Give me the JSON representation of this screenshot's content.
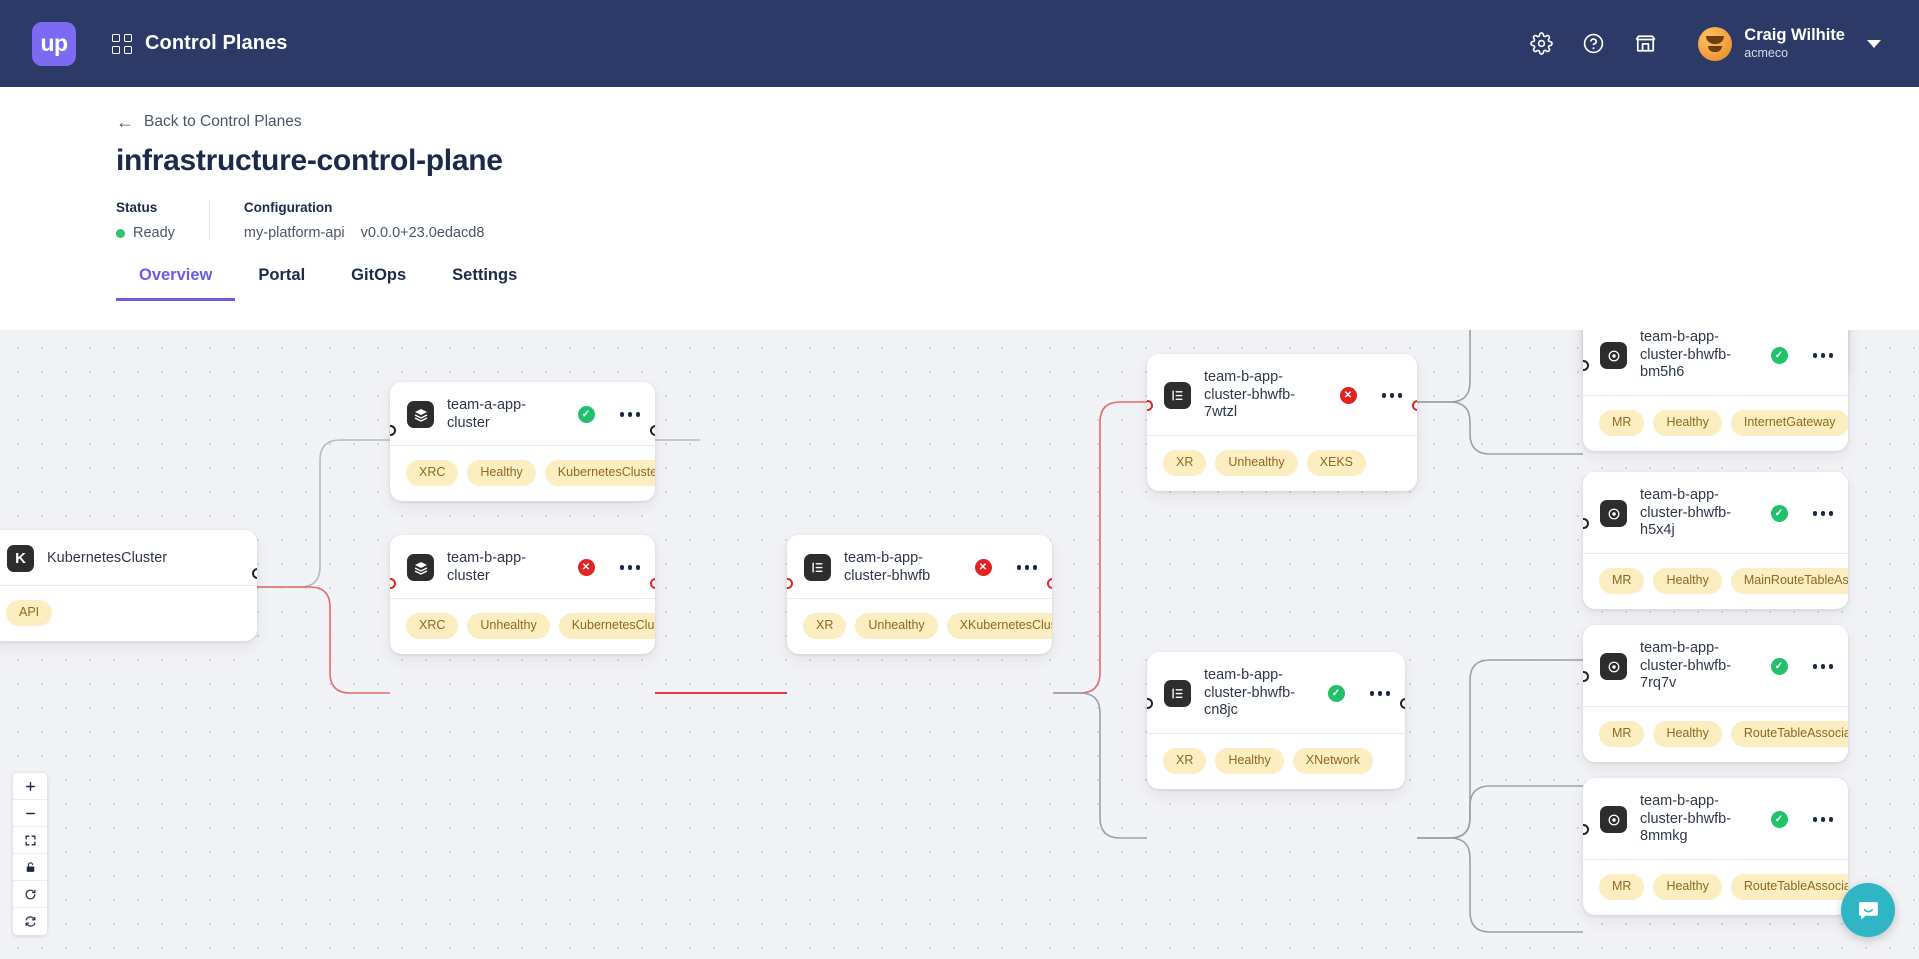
{
  "topnav": {
    "logo_text": "up",
    "app_title": "Control Planes",
    "icons": [
      "gear-icon",
      "help-icon",
      "marketplace-icon"
    ],
    "user": {
      "name": "Craig Wilhite",
      "org": "acmeco"
    },
    "bg_color": "#2b3a67",
    "logo_color": "#7c6bf2"
  },
  "page": {
    "back_label": "Back to Control Planes",
    "title": "infrastructure-control-plane",
    "status_label": "Status",
    "status_value": "Ready",
    "status_color": "#2ec26a",
    "configuration_label": "Configuration",
    "configuration_name": "my-platform-api",
    "configuration_version": "v0.0.0+23.0edacd8"
  },
  "tabs": [
    {
      "label": "Overview",
      "active": true
    },
    {
      "label": "Portal",
      "active": false
    },
    {
      "label": "GitOps",
      "active": false
    },
    {
      "label": "Settings",
      "active": false
    }
  ],
  "graph": {
    "accent_active": "#6b5ce7",
    "edge_healthy_color": "#9aa0ab",
    "edge_unhealthy_color": "#e02424",
    "tag_bg": "#fdeec2",
    "tag_fg": "#8a6a20",
    "nodes": [
      {
        "id": "kubernetescluster",
        "name": "KubernetesCluster",
        "icon": "k8s-icon",
        "status": "none",
        "tags": [
          "API"
        ],
        "has_kebab": false
      },
      {
        "id": "team-a-app-cluster",
        "name": "team-a-app-cluster",
        "icon": "layers-icon",
        "status": "healthy",
        "tags": [
          "XRC",
          "Healthy",
          "KubernetesCluster"
        ],
        "has_kebab": true
      },
      {
        "id": "team-b-app-cluster",
        "name": "team-b-app-cluster",
        "icon": "layers-icon",
        "status": "unhealthy",
        "tags": [
          "XRC",
          "Unhealthy",
          "KubernetesCluster"
        ],
        "has_kebab": true
      },
      {
        "id": "team-b-app-cluster-bhwfb",
        "name": "team-b-app-cluster-bhwfb",
        "icon": "resource-icon",
        "status": "unhealthy",
        "tags": [
          "XR",
          "Unhealthy",
          "XKubernetesCluster"
        ],
        "has_kebab": true
      },
      {
        "id": "team-b-app-cluster-bhwfb-7wtzl",
        "name": "team-b-app-cluster-bhwfb-7wtzl",
        "icon": "resource-icon",
        "status": "unhealthy",
        "tags": [
          "XR",
          "Unhealthy",
          "XEKS"
        ],
        "has_kebab": true
      },
      {
        "id": "team-b-app-cluster-bhwfb-cn8jc",
        "name": "team-b-app-cluster-bhwfb-cn8jc",
        "icon": "resource-icon",
        "status": "healthy",
        "tags": [
          "XR",
          "Healthy",
          "XNetwork"
        ],
        "has_kebab": true
      },
      {
        "id": "team-b-app-cluster-bhwfb-bm5h6",
        "name": "team-b-app-cluster-bhwfb-bm5h6",
        "icon": "managed-resource-icon",
        "status": "healthy",
        "tags": [
          "MR",
          "Healthy",
          "InternetGateway"
        ],
        "has_kebab": true
      },
      {
        "id": "team-b-app-cluster-bhwfb-h5x4j",
        "name": "team-b-app-cluster-bhwfb-h5x4j",
        "icon": "managed-resource-icon",
        "status": "healthy",
        "tags": [
          "MR",
          "Healthy",
          "MainRouteTableAssociation"
        ],
        "has_kebab": true
      },
      {
        "id": "team-b-app-cluster-bhwfb-7rq7v",
        "name": "team-b-app-cluster-bhwfb-7rq7v",
        "icon": "managed-resource-icon",
        "status": "healthy",
        "tags": [
          "MR",
          "Healthy",
          "RouteTableAssociation"
        ],
        "has_kebab": true
      },
      {
        "id": "team-b-app-cluster-bhwfb-8mmkg",
        "name": "team-b-app-cluster-bhwfb-8mmkg",
        "icon": "managed-resource-icon",
        "status": "healthy",
        "tags": [
          "MR",
          "Healthy",
          "RouteTableAssociation"
        ],
        "has_kebab": true
      }
    ]
  },
  "zoom_controls": [
    {
      "name": "zoom-in",
      "glyph": "+"
    },
    {
      "name": "zoom-out",
      "glyph": "−"
    },
    {
      "name": "fit-view",
      "glyph": "fit"
    },
    {
      "name": "lock",
      "glyph": "lock"
    },
    {
      "name": "reset",
      "glyph": "reset"
    },
    {
      "name": "auto-refresh",
      "glyph": "sync"
    }
  ],
  "chat": {
    "name": "support-chat-button"
  }
}
